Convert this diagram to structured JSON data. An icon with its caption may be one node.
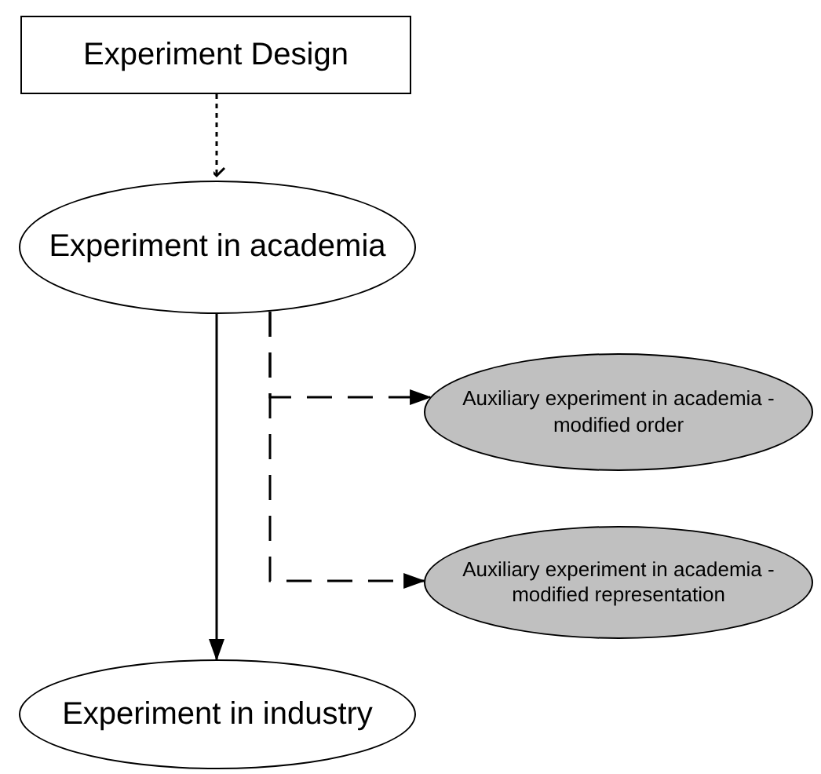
{
  "diagram": {
    "nodes": [
      {
        "text": [
          "Experiment Design"
        ]
      },
      {
        "text": [
          "Experiment in academia"
        ]
      },
      {
        "text": [
          "Experiment in industry"
        ]
      },
      {
        "text": [
          "Auxiliary experiment in academia - modified order"
        ]
      },
      {
        "text": [
          "Auxiliary experiment in academia - modified representation"
        ]
      }
    ],
    "edges": [
      {
        "from": 0,
        "to": 1,
        "arrow": "to",
        "style": "dashed"
      },
      {
        "from": 1,
        "to": 2,
        "arrow": "to"
      },
      {
        "from": 1,
        "to": 3,
        "arrow": "to",
        "style": "dashed"
      },
      {
        "from": 1,
        "to": 4,
        "arrow": "to",
        "style": "dashed"
      }
    ]
  }
}
